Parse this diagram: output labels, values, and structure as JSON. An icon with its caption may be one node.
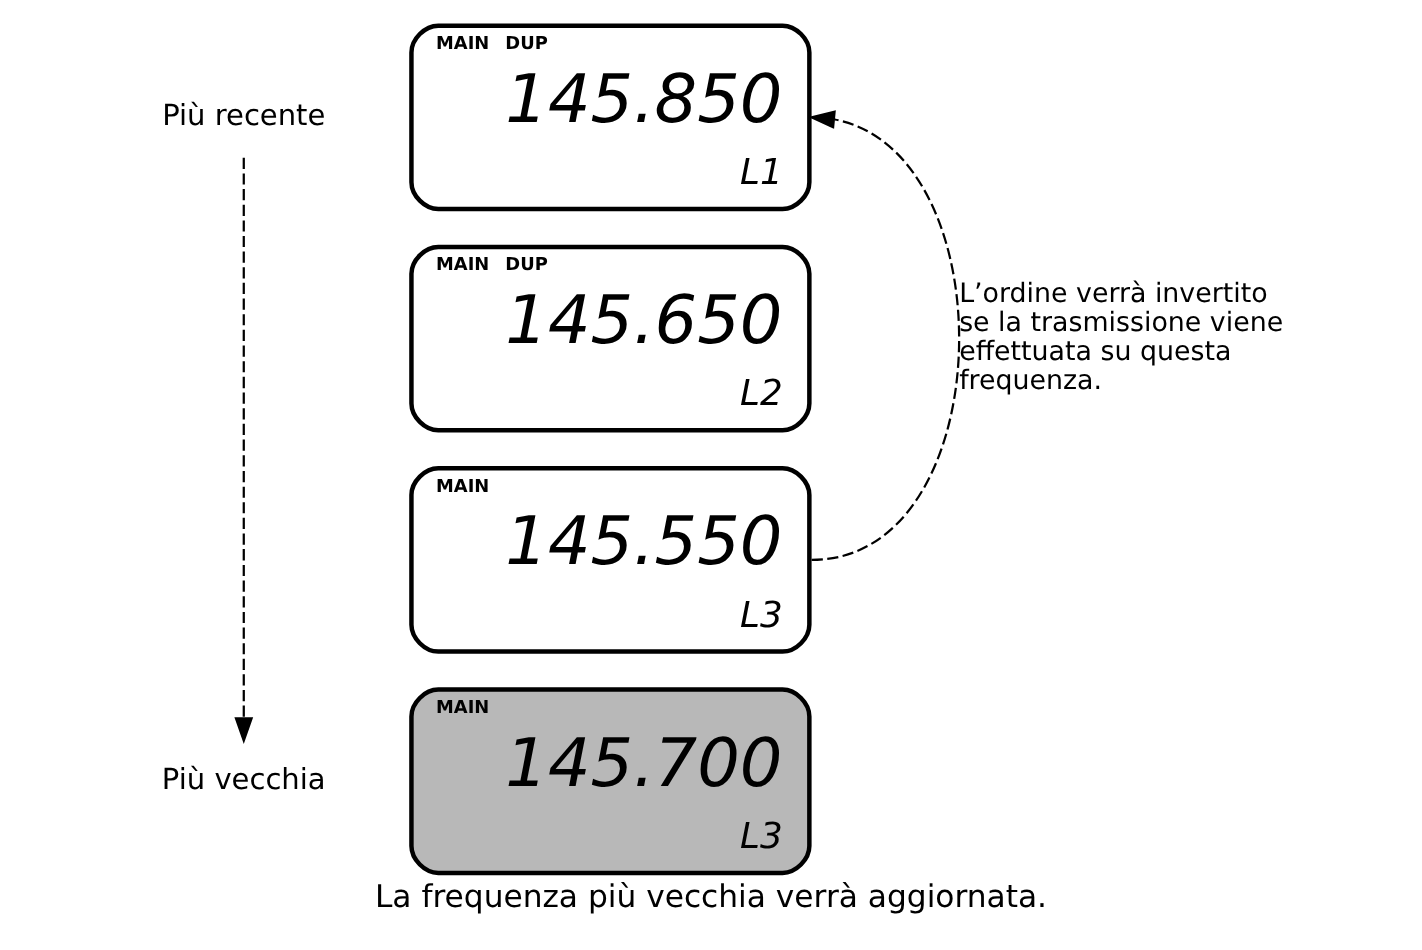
{
  "diagram": {
    "caption": "La frequenza più vecchia verrà aggiornata.",
    "nodes": [
      {
        "text": [
          "Più recente"
        ]
      },
      {
        "text": [
          "MAIN",
          "DUP",
          "145.850",
          "L1"
        ]
      },
      {
        "text": [
          "MAIN",
          "DUP",
          "145.650",
          "L2"
        ]
      },
      {
        "text": [
          "MAIN",
          "145.550",
          "L3"
        ]
      },
      {
        "text": [
          "MAIN",
          "145.700",
          "L3"
        ]
      },
      {
        "text": [
          "Più vecchia"
        ]
      }
    ],
    "edges": [
      {
        "from": 0,
        "to": 5,
        "arrow": "to",
        "style": "dashed"
      },
      {
        "from": 3,
        "to": 1,
        "arrow": "to",
        "style": "dashed",
        "label": "L’ordine verrà invertito se la trasmissione viene effettuata su questa frequenza."
      }
    ]
  }
}
